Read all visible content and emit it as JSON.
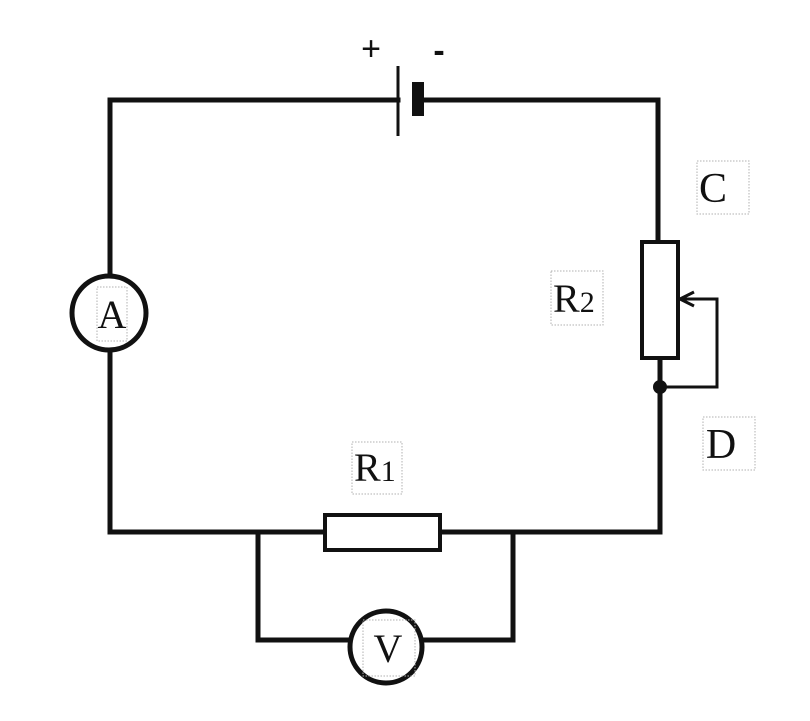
{
  "battery": {
    "plus_sign": "+",
    "minus_sign": "-"
  },
  "ammeter": {
    "symbol": "A"
  },
  "voltmeter": {
    "symbol": "V"
  },
  "resistor_fixed": {
    "label_main": "R",
    "label_sub": "1"
  },
  "resistor_variable": {
    "label_main": "R",
    "label_sub": "2"
  },
  "terminals": {
    "top": "C",
    "bottom": "D"
  },
  "colors": {
    "line": "#111111",
    "background": "#ffffff"
  }
}
